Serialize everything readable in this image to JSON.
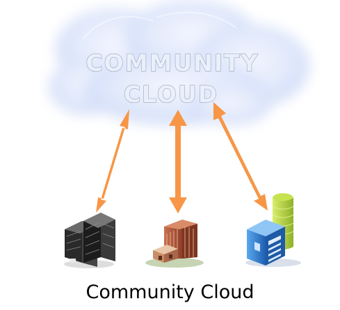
{
  "cloud": {
    "title_line1": "COMMUNITY",
    "title_line2": "CLOUD"
  },
  "caption": "Community Cloud",
  "colors": {
    "arrow": "#f79646",
    "cloud_fill": "#dde6fb",
    "building_dark": "#1f1f1f",
    "building_red": "#b55a3c",
    "building_blue": "#2f7ad0",
    "tower_green": "#b7d83f"
  },
  "icons": [
    "office-building-dark-icon",
    "office-building-red-icon",
    "office-building-blue-icon"
  ]
}
